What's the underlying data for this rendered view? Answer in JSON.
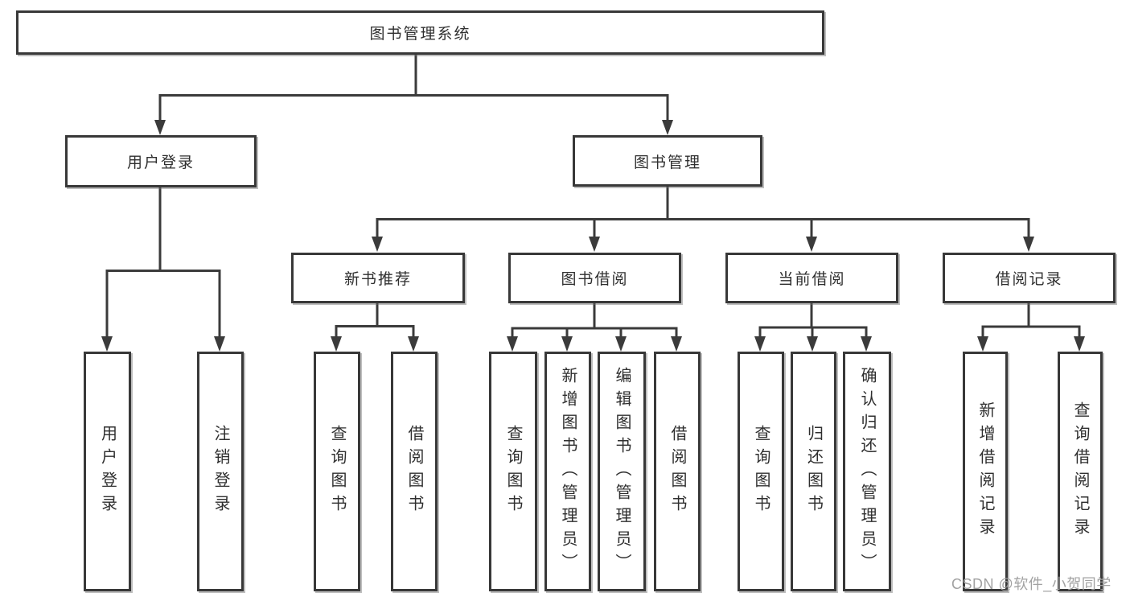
{
  "diagram": {
    "type": "tree",
    "root": {
      "label": "图书管理系统"
    },
    "level2": [
      {
        "label": "用户登录",
        "parent": "图书管理系统"
      },
      {
        "label": "图书管理",
        "parent": "图书管理系统"
      }
    ],
    "level3": [
      {
        "label": "新书推荐",
        "parent": "图书管理"
      },
      {
        "label": "图书借阅",
        "parent": "图书管理"
      },
      {
        "label": "当前借阅",
        "parent": "图书管理"
      },
      {
        "label": "借阅记录",
        "parent": "图书管理"
      }
    ],
    "leaves": [
      {
        "label": "用户登录",
        "parent": "用户登录"
      },
      {
        "label": "注销登录",
        "parent": "用户登录"
      },
      {
        "label": "查询图书",
        "parent": "新书推荐"
      },
      {
        "label": "借阅图书",
        "parent": "新书推荐"
      },
      {
        "label": "查询图书",
        "parent": "图书借阅"
      },
      {
        "label": "新增图书（管理员）",
        "parent": "图书借阅"
      },
      {
        "label": "编辑图书（管理员）",
        "parent": "图书借阅"
      },
      {
        "label": "借阅图书",
        "parent": "图书借阅"
      },
      {
        "label": "查询图书",
        "parent": "当前借阅"
      },
      {
        "label": "归还图书",
        "parent": "当前借阅"
      },
      {
        "label": "确认归还（管理员）",
        "parent": "当前借阅"
      },
      {
        "label": "新增借阅记录",
        "parent": "借阅记录"
      },
      {
        "label": "查询借阅记录",
        "parent": "借阅记录"
      }
    ],
    "colors": {
      "line": "#3b3b3b",
      "box_border": "#383838",
      "box_fill": "#ffffff",
      "text": "#2f2f2f"
    }
  },
  "watermark": {
    "text": "CSDN @软件_小贺同学",
    "color": "#a2a2a2"
  }
}
